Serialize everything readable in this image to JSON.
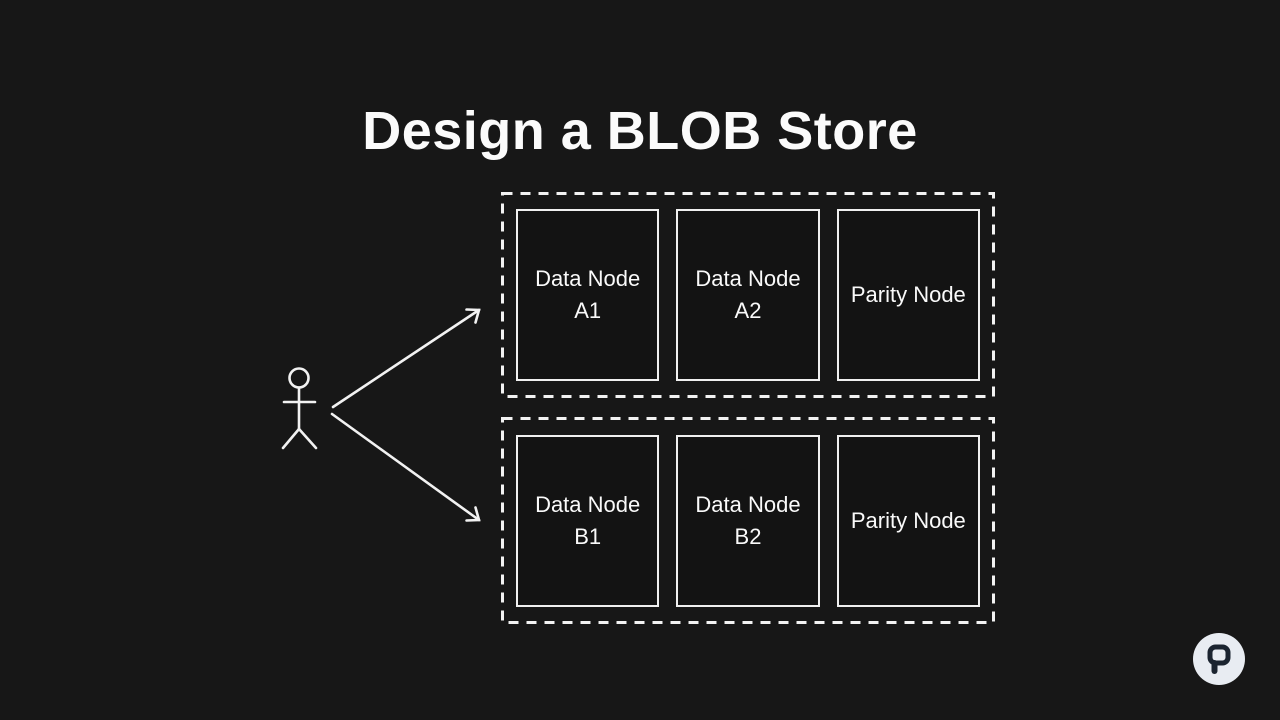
{
  "title": "Design a BLOB Store",
  "colors": {
    "background": "#171717",
    "stroke": "#f2f2f2",
    "text": "#fafafa",
    "node_fill": "#131313",
    "logo_background": "#e8ecf2",
    "logo_glyph": "#1b2430"
  },
  "icons": {
    "actor": "stick-figure-icon",
    "watermark": "p-logo-icon"
  },
  "groups": [
    {
      "nodes": [
        {
          "line1": "Data Node",
          "line2": "A1"
        },
        {
          "line1": "Data Node",
          "line2": "A2"
        },
        {
          "line1": "Parity Node",
          "line2": ""
        }
      ]
    },
    {
      "nodes": [
        {
          "line1": "Data Node",
          "line2": "B1"
        },
        {
          "line1": "Data Node",
          "line2": "B2"
        },
        {
          "line1": "Parity Node",
          "line2": ""
        }
      ]
    }
  ]
}
